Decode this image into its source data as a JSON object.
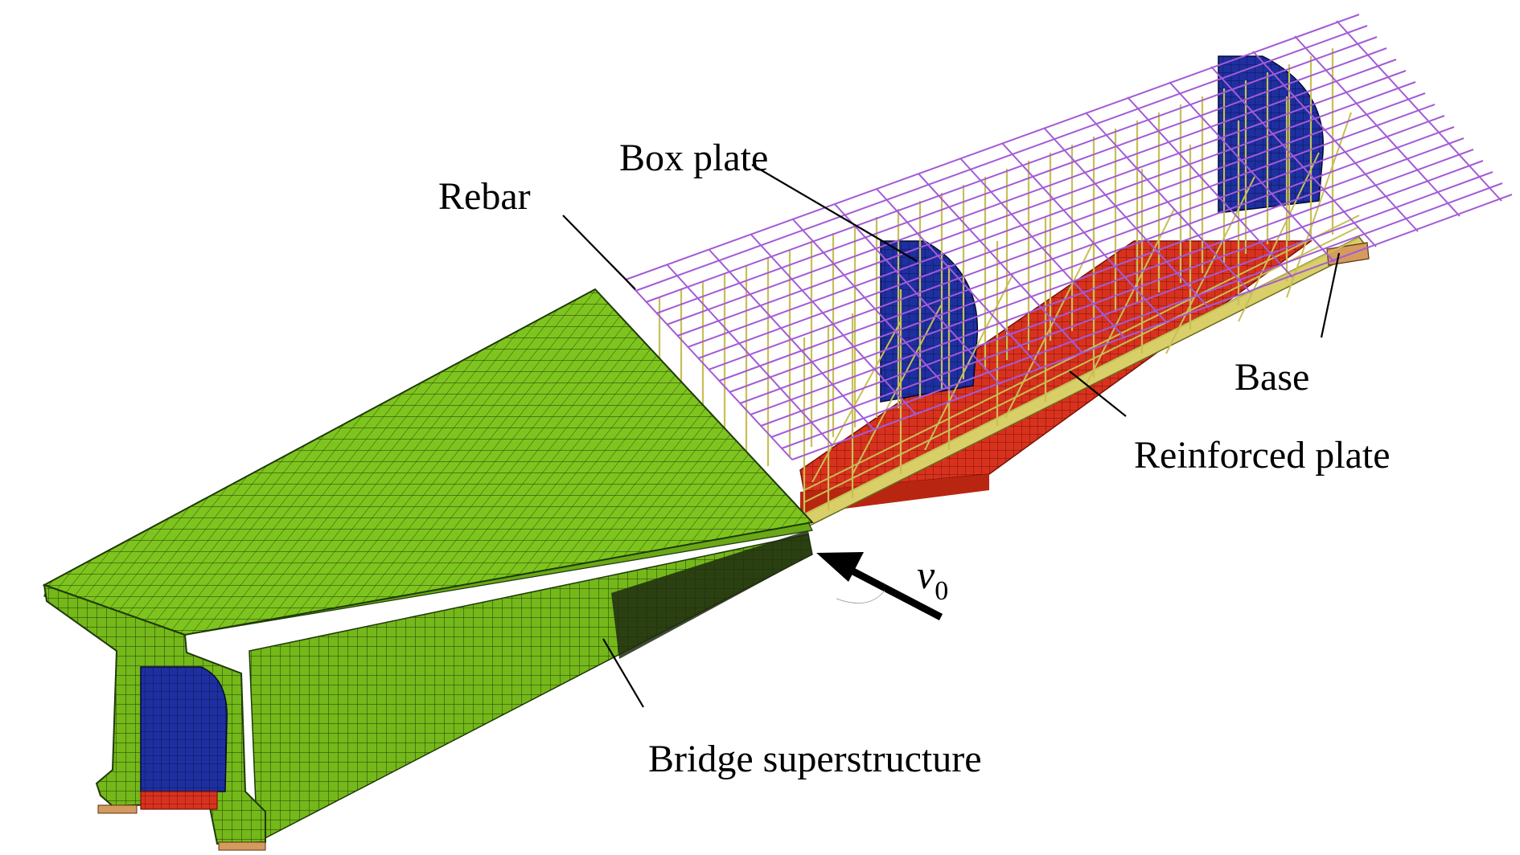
{
  "labels": {
    "box_plate": "Box plate",
    "rebar": "Rebar",
    "base": "Base",
    "reinforced_plate": "Reinforced plate",
    "bridge_superstructure": "Bridge superstructure",
    "velocity_symbol": "v",
    "velocity_subscript": "0"
  },
  "colors": {
    "superstructure": "#7ec41e",
    "box_plate": "#1e2fa0",
    "reinforced_plate": "#d8321e",
    "rebar_grid": "#a35bd6",
    "rebar_frame": "#c8bf55",
    "base": "#d49a5e",
    "arrow": "#000000"
  }
}
